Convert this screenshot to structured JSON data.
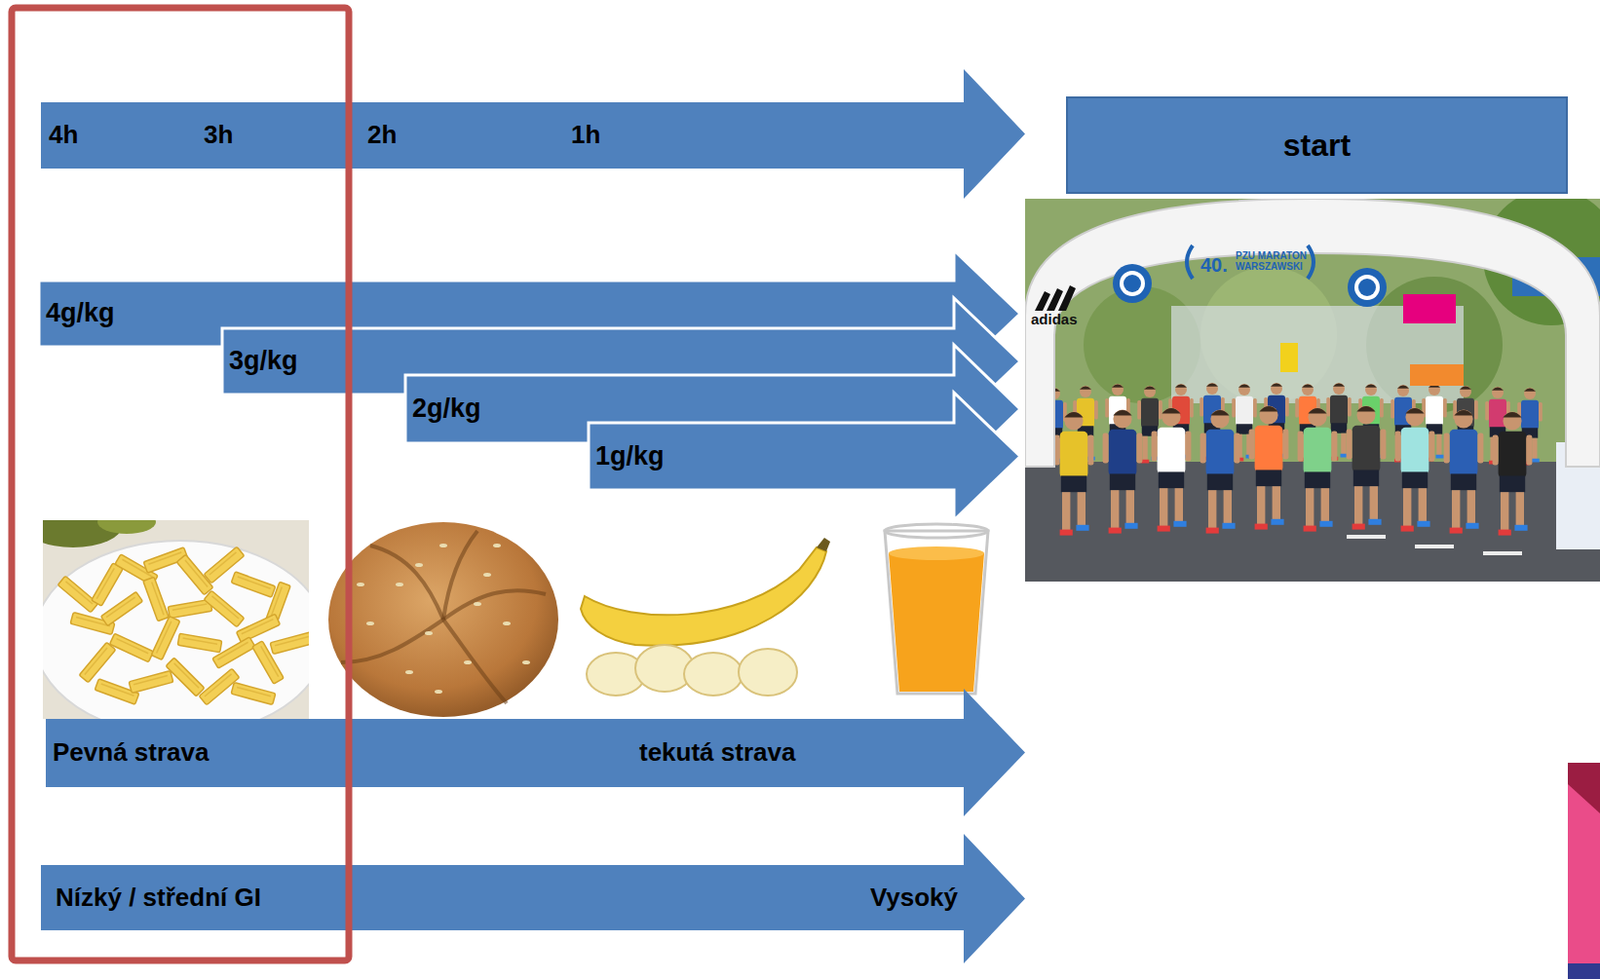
{
  "diagram": {
    "nodes": [
      {
        "text": [
          "4h",
          "3h",
          "2h",
          "1h"
        ]
      },
      {
        "text": [
          "start"
        ]
      },
      {
        "text": [
          "4g/kg"
        ]
      },
      {
        "text": [
          "3g/kg"
        ]
      },
      {
        "text": [
          "2g/kg"
        ]
      },
      {
        "text": [
          "1g/kg"
        ]
      },
      {
        "text": [
          "Pevná strava",
          "tekutá strava"
        ]
      },
      {
        "text": [
          "Nízký / střední GI",
          "Vysoký"
        ]
      }
    ],
    "labels": [
      "40.",
      "PZU MARATON WARSZAWSKI",
      "adidas"
    ]
  }
}
